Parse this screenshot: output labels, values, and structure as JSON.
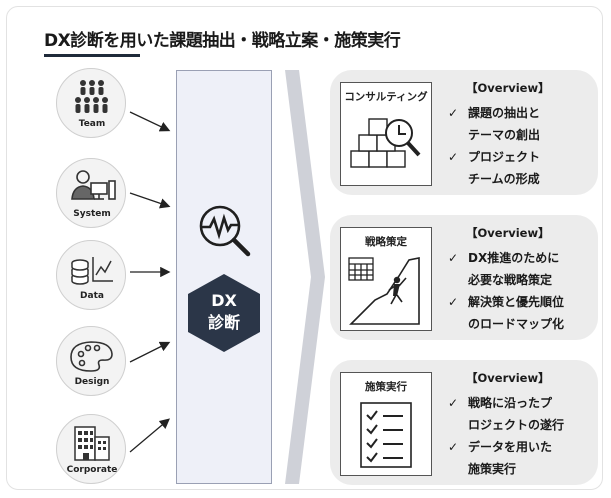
{
  "title": "DX診断を用いた課題抽出・戦略立案・施策実行",
  "sources": [
    {
      "label": "Team",
      "icon": "team-icon"
    },
    {
      "label": "System",
      "icon": "system-icon"
    },
    {
      "label": "Data",
      "icon": "data-icon"
    },
    {
      "label": "Design",
      "icon": "palette-icon"
    },
    {
      "label": "Corporate",
      "icon": "building-icon"
    }
  ],
  "center": {
    "label_line1": "DX",
    "label_line2": "診断",
    "icon": "diagnosis-magnifier-icon",
    "hex_color": "#2b3648"
  },
  "cards": [
    {
      "title": "コンサルティング",
      "overview": "【Overview】",
      "icon": "consulting-boxes-icon",
      "bullets": [
        {
          "lines": [
            "課題の抽出と",
            "テーマの創出"
          ]
        },
        {
          "lines": [
            "プロジェクト",
            "チームの形成"
          ]
        }
      ]
    },
    {
      "title": "戦略策定",
      "overview": "【Overview】",
      "icon": "strategy-climb-icon",
      "bullets": [
        {
          "lines": [
            "DX推進のために",
            "必要な戦略策定"
          ]
        },
        {
          "lines": [
            "解決策と優先順位",
            "のロードマップ化"
          ]
        }
      ]
    },
    {
      "title": "施策実行",
      "overview": "【Overview】",
      "icon": "checklist-icon",
      "bullets": [
        {
          "lines": [
            "戦略に沿ったプ",
            "ロジェクトの遂行"
          ]
        },
        {
          "lines": [
            "データを用いた",
            "施策実行"
          ]
        }
      ]
    }
  ],
  "check_glyph": "✓",
  "colors": {
    "center_bg": "#eef0f8",
    "card_bg": "#ececec",
    "dark": "#2b3648"
  }
}
